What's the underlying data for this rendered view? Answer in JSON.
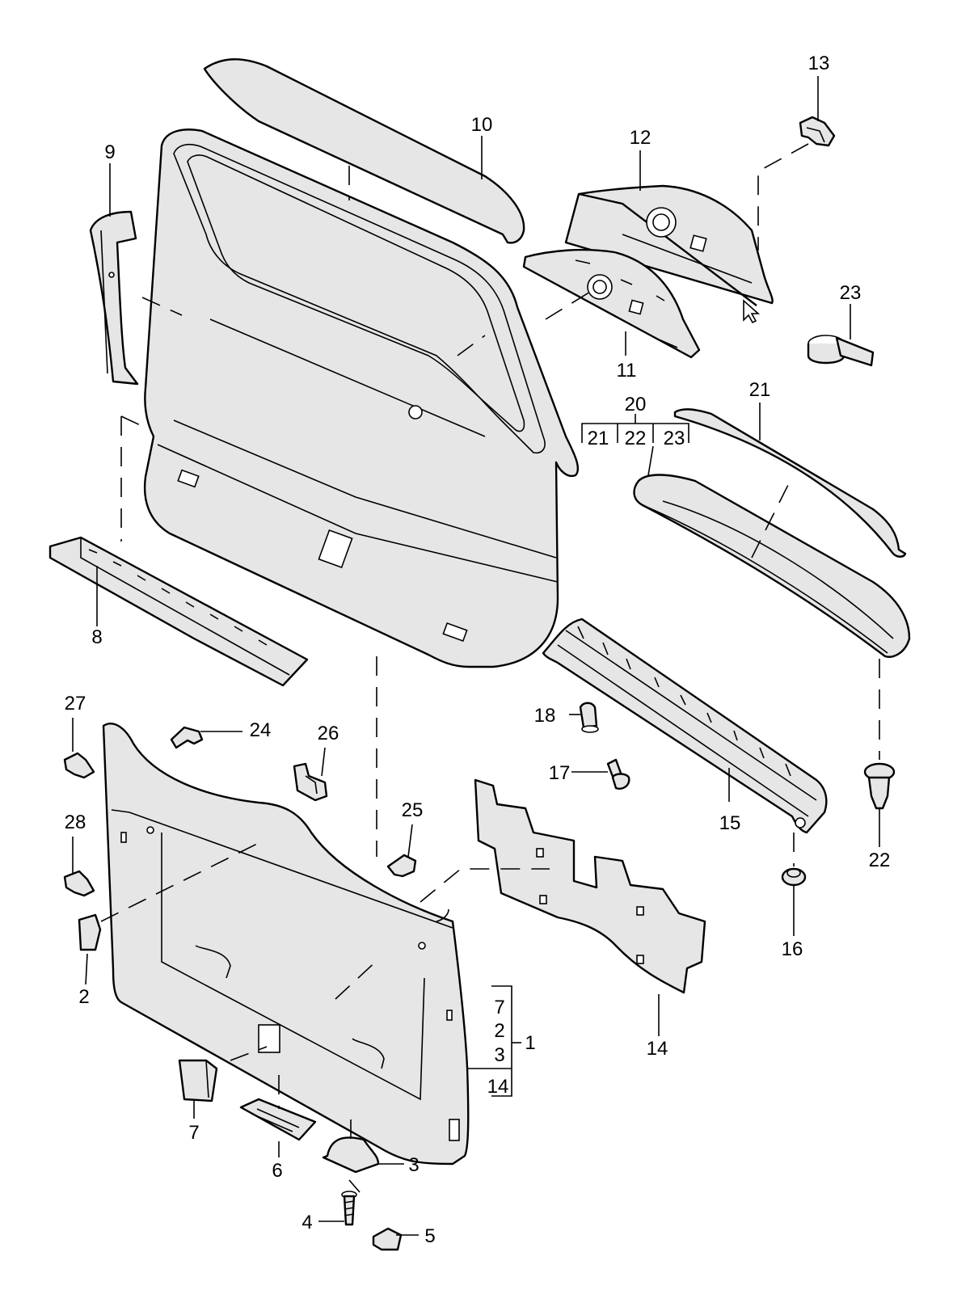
{
  "diagram": {
    "callouts": {
      "c1": "1",
      "c2": "2",
      "c3": "3",
      "c4": "4",
      "c5": "5",
      "c6": "6",
      "c7": "7",
      "c8": "8",
      "c9": "9",
      "c10": "10",
      "c11": "11",
      "c12": "12",
      "c13": "13",
      "c14": "14",
      "c15": "15",
      "c16": "16",
      "c17": "17",
      "c18": "18",
      "c20": "20",
      "c21": "21",
      "c22": "22",
      "c23": "23",
      "c24": "24",
      "c25": "25",
      "c26": "26",
      "c27": "27",
      "c28": "28"
    },
    "group_1": {
      "items": [
        "7",
        "2",
        "3",
        "14"
      ]
    },
    "group_20": {
      "items": [
        "21",
        "22",
        "23"
      ]
    }
  }
}
